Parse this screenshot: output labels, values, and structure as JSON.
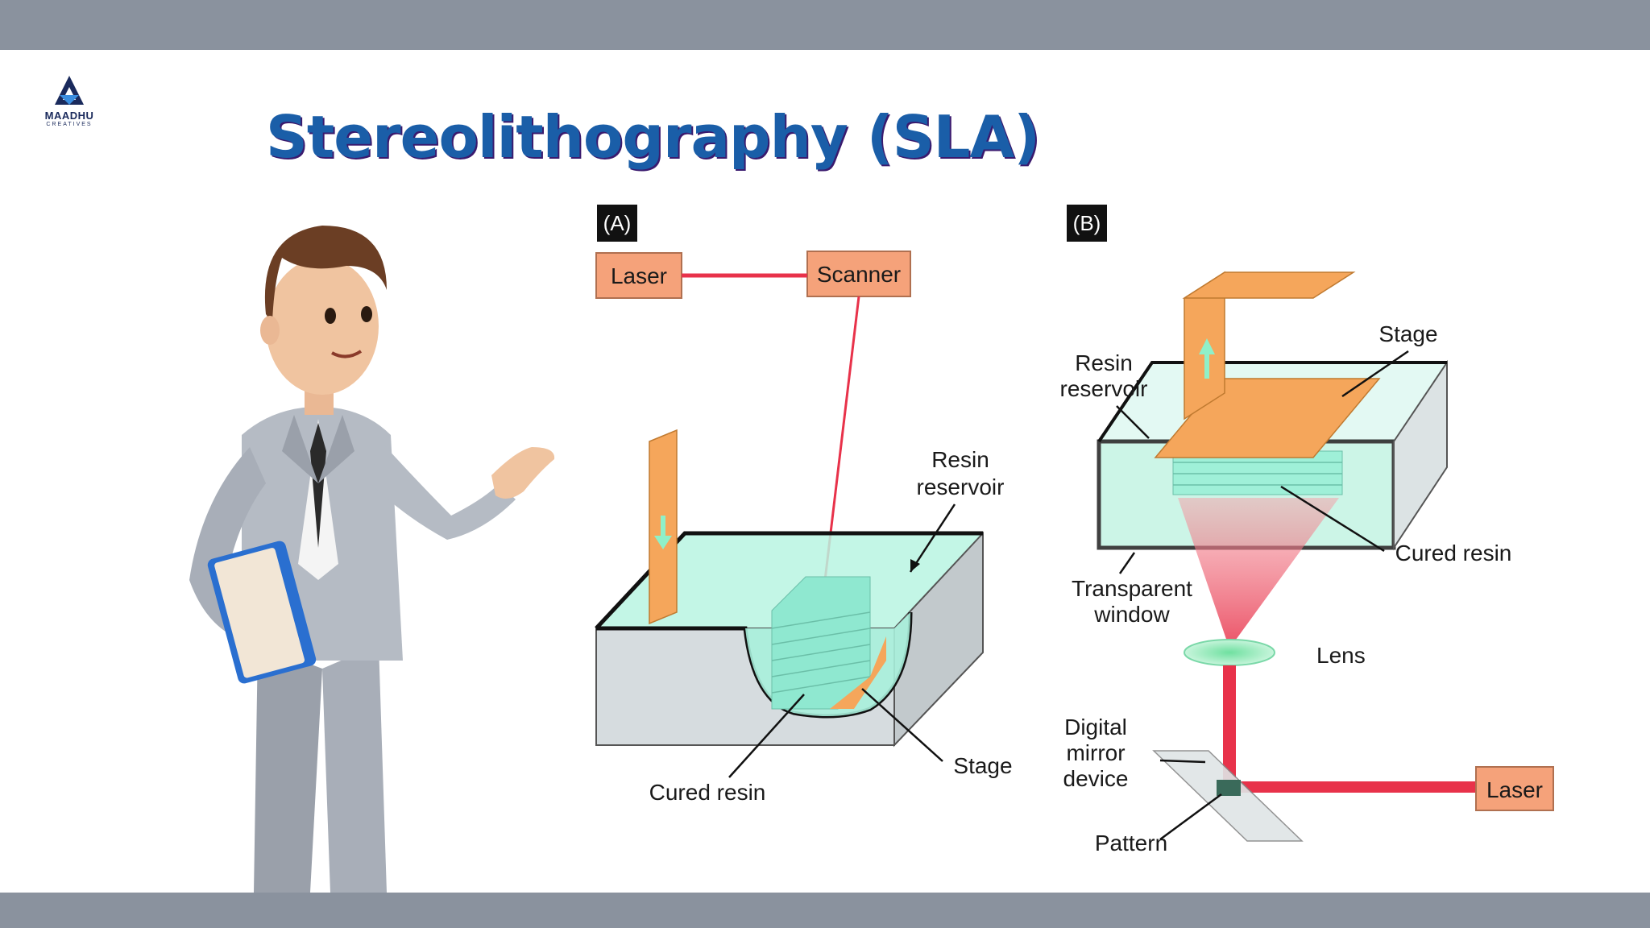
{
  "logo": {
    "name": "MAADHU",
    "sub": "CREATIVES"
  },
  "title": "Stereolithography (SLA)",
  "diagram_a": {
    "panel_label": "(A)",
    "laser": "Laser",
    "scanner": "Scanner",
    "resin_reservoir": [
      "Resin",
      "reservoir"
    ],
    "cured_resin": "Cured resin",
    "stage": "Stage"
  },
  "diagram_b": {
    "panel_label": "(B)",
    "stage": "Stage",
    "resin_reservoir": [
      "Resin",
      "reservoir"
    ],
    "cured_resin": "Cured resin",
    "transparent_window": [
      "Transparent",
      "window"
    ],
    "lens": "Lens",
    "dmd": [
      "Digital",
      "mirror",
      "device"
    ],
    "pattern": "Pattern",
    "laser": "Laser"
  },
  "colors": {
    "title": "#1a5ea8",
    "orange": "#f5a65b",
    "resin": "#a8f0dc",
    "laser_red": "#e8324a",
    "bars": "#8a929e"
  }
}
